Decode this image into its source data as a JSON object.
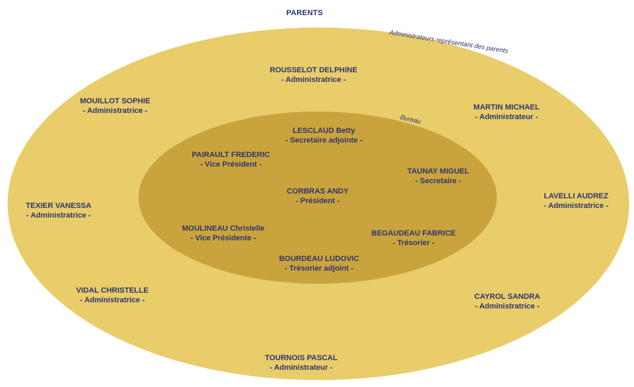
{
  "title": "PARENTS",
  "outer_label": "Administrateurs représentant des parents",
  "inner_label": "Bureau",
  "colors": {
    "outer_fill": "#e8cd6a",
    "inner_fill": "#c9a43c",
    "text": "#2f3470",
    "title": "#2a2f80"
  },
  "administrators": [
    {
      "name": "ROUSSELOT DELPHINE",
      "role": "- Administratrice -"
    },
    {
      "name": "MOUILLOT SOPHIE",
      "role": "- Administratrice -"
    },
    {
      "name": "MARTIN MICHAEL",
      "role": "- Administrateur -"
    },
    {
      "name": "TEXIER VANESSA",
      "role": "- Administratrice -"
    },
    {
      "name": "LAVELLI AUDREZ",
      "role": "- Administratrice -"
    },
    {
      "name": "VIDAL CHRISTELLE",
      "role": "- Administratrice -"
    },
    {
      "name": "CAYROL SANDRA",
      "role": "- Administratrice -"
    },
    {
      "name": "TOURNOIS PASCAL",
      "role": "- Administrateur -"
    }
  ],
  "bureau": [
    {
      "name": "LESCLAUD Betty",
      "role": "- Secretaire adjointe -"
    },
    {
      "name": "PAIRAULT FREDERIC",
      "role": "- Vice Président -"
    },
    {
      "name": "TAUNAY MIGUEL",
      "role": "- Secretaire -"
    },
    {
      "name": "CORBRAS ANDY",
      "role": "- Président -"
    },
    {
      "name": "MOULINEAU Christelle",
      "role": "- Vice Présidente -"
    },
    {
      "name": "BEGAUDEAU FABRICE",
      "role": "- Trésorier -"
    },
    {
      "name": "BOURDEAU LUDOVIC",
      "role": "- Trésorier adjoint -"
    }
  ]
}
